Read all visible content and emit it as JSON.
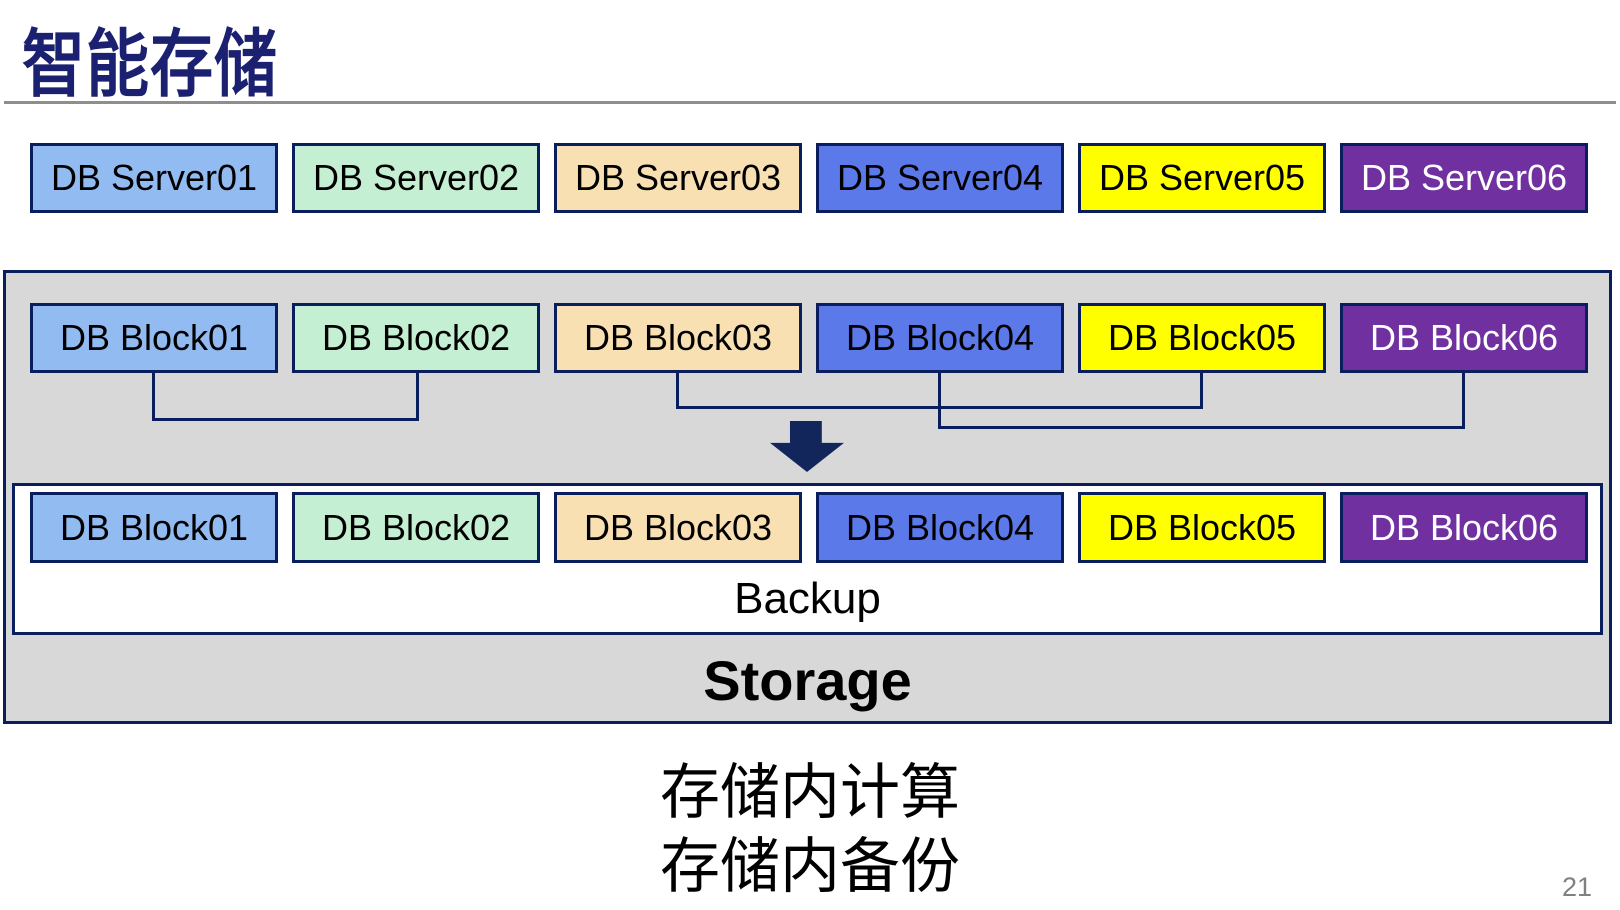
{
  "title": "智能存储",
  "page_number": "21",
  "caption": {
    "line1": "存储内计算",
    "line2": "存储内备份"
  },
  "server_row": [
    {
      "label": "DB Server01",
      "bg": "#92BBF2",
      "fg": "#000000"
    },
    {
      "label": "DB Server02",
      "bg": "#C5EFD2",
      "fg": "#000000"
    },
    {
      "label": "DB Server03",
      "bg": "#F8E0B2",
      "fg": "#000000"
    },
    {
      "label": "DB Server04",
      "bg": "#5B79E8",
      "fg": "#000000"
    },
    {
      "label": "DB Server05",
      "bg": "#FFFF00",
      "fg": "#000000"
    },
    {
      "label": "DB Server06",
      "bg": "#7030A0",
      "fg": "#FFFFFF"
    }
  ],
  "storage_box": {
    "block_row_top": [
      {
        "label": "DB Block01",
        "bg": "#92BBF2",
        "fg": "#000000"
      },
      {
        "label": "DB Block02",
        "bg": "#C5EFD2",
        "fg": "#000000"
      },
      {
        "label": "DB Block03",
        "bg": "#F8E0B2",
        "fg": "#000000"
      },
      {
        "label": "DB Block04",
        "bg": "#5B79E8",
        "fg": "#000000"
      },
      {
        "label": "DB Block05",
        "bg": "#FFFF00",
        "fg": "#000000"
      },
      {
        "label": "DB Block06",
        "bg": "#7030A0",
        "fg": "#FFFFFF"
      }
    ],
    "block_row_bottom": [
      {
        "label": "DB Block01",
        "bg": "#92BBF2",
        "fg": "#000000"
      },
      {
        "label": "DB Block02",
        "bg": "#C5EFD2",
        "fg": "#000000"
      },
      {
        "label": "DB Block03",
        "bg": "#F8E0B2",
        "fg": "#000000"
      },
      {
        "label": "DB Block04",
        "bg": "#5B79E8",
        "fg": "#000000"
      },
      {
        "label": "DB Block05",
        "bg": "#FFFF00",
        "fg": "#000000"
      },
      {
        "label": "DB Block06",
        "bg": "#7030A0",
        "fg": "#FFFFFF"
      }
    ],
    "backup_label": "Backup",
    "storage_label": "Storage"
  },
  "colors": {
    "title": "#1B2170",
    "box-border": "#0A1E5E",
    "connector": "#0A1E5E",
    "container-fill": "#D8D8D8",
    "arrow": "#13265C",
    "separator": "#8E8E8E",
    "page-number": "#808080"
  }
}
